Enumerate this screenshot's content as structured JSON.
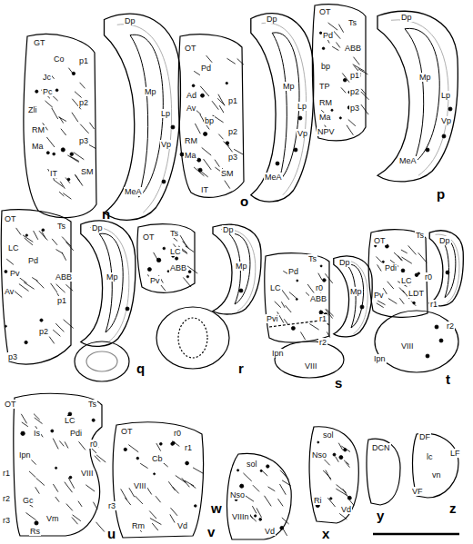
{
  "diagram": {
    "labels": [
      "GT",
      "Co",
      "p1",
      "Jc",
      "Pc",
      "p2",
      "Zli",
      "RM",
      "p3",
      "Ma",
      "IT",
      "SM",
      "Dp",
      "Mp",
      "Lp",
      "Vp",
      "MeA",
      "n",
      "OT",
      "Pd",
      "Ad",
      "Av",
      "bp",
      "p1",
      "p2",
      "RM",
      "p3",
      "Ma",
      "SM",
      "IT",
      "Dp",
      "Mp",
      "Lp",
      "Vp",
      "MeA",
      "o",
      "OT",
      "Ts",
      "Pd",
      "ABB",
      "bp",
      "p1",
      "TP",
      "p2",
      "RM",
      "p3",
      "Ma",
      "NPV",
      "Dp",
      "Mp",
      "Lp",
      "Vp",
      "MeA",
      "p",
      "OT",
      "Ts",
      "LC",
      "Pd",
      "Pv",
      "ABB",
      "Av",
      "p1",
      "p2",
      "p3",
      "Dp",
      "Mp",
      "q",
      "OT",
      "Ts",
      "LC",
      "ABB",
      "Pv",
      "Dp",
      "Mp",
      "r",
      "Ts",
      "Pd",
      "LC",
      "r0",
      "ABB",
      "Pvi",
      "r1",
      "Ipn",
      "r2",
      "VIII",
      "Dp",
      "Mp",
      "s",
      "OT",
      "Ts",
      "Dp",
      "Pdi",
      "LC",
      "r0",
      "LDT",
      "Pv",
      "r1",
      "r2",
      "VIII",
      "Ipn",
      "t",
      "OT",
      "Ts",
      "LC",
      "Is",
      "Pdi",
      "r0",
      "Ipn",
      "r1",
      "VIII",
      "r2",
      "Gc",
      "Vm",
      "r3",
      "Rs",
      "u",
      "OT",
      "r0",
      "r1",
      "Cb",
      "VIII",
      "r3",
      "Rm",
      "Vd",
      "v",
      "sol",
      "Nso",
      "VIIIn",
      "Vd",
      "w",
      "sol",
      "Nso",
      "Ri",
      "Vd",
      "x",
      "DCN",
      "y",
      "DF",
      "lc",
      "LF",
      "vn",
      "VF",
      "z"
    ]
  }
}
